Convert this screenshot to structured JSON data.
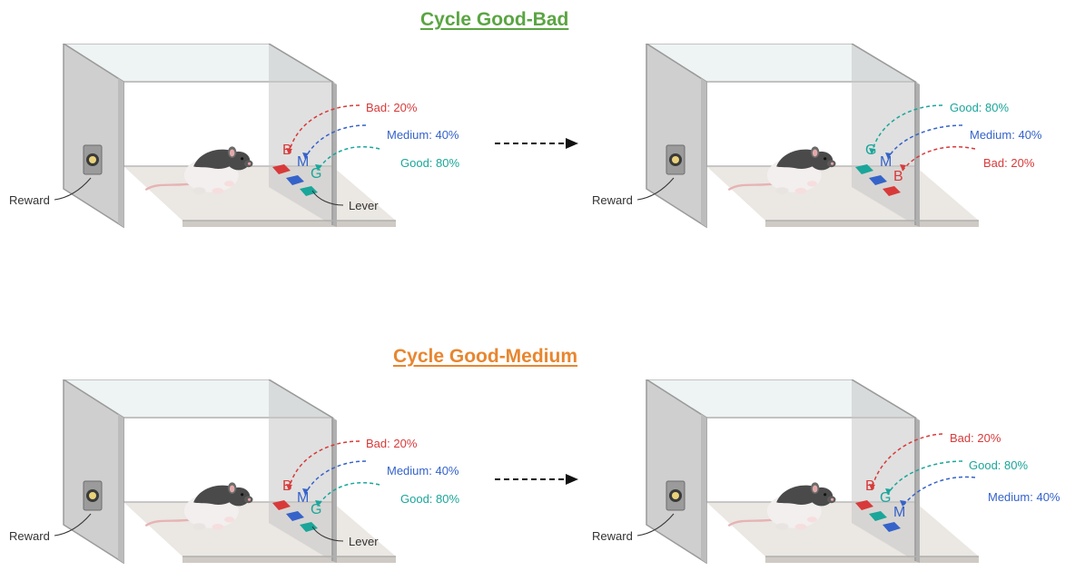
{
  "section1": {
    "title": "Cycle Good-Bad",
    "left": {
      "reward_label": "Reward",
      "lever_label": "Lever",
      "prob_labels": [
        "Bad: 20%",
        "Medium: 40%",
        "Good: 80%"
      ],
      "lever_letters": [
        "B",
        "M",
        "G"
      ]
    },
    "right": {
      "reward_label": "Reward",
      "prob_labels": [
        "Good: 80%",
        "Medium: 40%",
        "Bad: 20%"
      ],
      "lever_letters": [
        "G",
        "M",
        "B"
      ]
    }
  },
  "section2": {
    "title": "Cycle Good-Medium",
    "left": {
      "reward_label": "Reward",
      "lever_label": "Lever",
      "prob_labels": [
        "Bad: 20%",
        "Medium: 40%",
        "Good: 80%"
      ],
      "lever_letters": [
        "B",
        "M",
        "G"
      ]
    },
    "right": {
      "reward_label": "Reward",
      "prob_labels": [
        "Bad: 20%",
        "Good: 80%",
        "Medium: 40%"
      ],
      "lever_letters": [
        "B",
        "G",
        "M"
      ]
    }
  },
  "colors": {
    "title_1": "#5aa542",
    "title_2": "#e8862f",
    "bad": "#d83a3a",
    "medium": "#3563c9",
    "good": "#1aa69a"
  },
  "icons": {
    "transition": "dashed-right-arrow",
    "reward_port": "reward-port-icon",
    "animal": "rat-illustration"
  }
}
